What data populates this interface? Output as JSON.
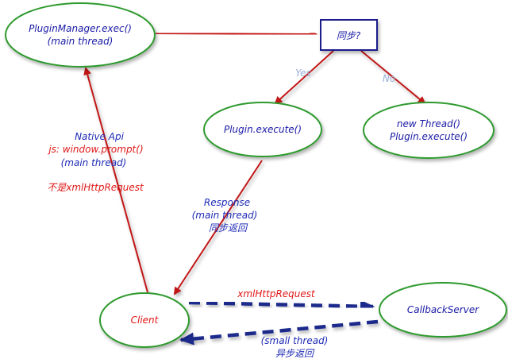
{
  "nodes": {
    "plugin_manager": {
      "line1": "PluginManager.exec()",
      "line2": "(main thread)"
    },
    "sync_decision": {
      "label": "同步?"
    },
    "plugin_execute": {
      "label": "Plugin.execute()"
    },
    "new_thread": {
      "line1": "new Thread()",
      "line2": "Plugin.execute()"
    },
    "client": {
      "label": "Client"
    },
    "callback_server": {
      "label": "CallbackServer"
    }
  },
  "edges": {
    "yes_label": "Yes",
    "no_label": "No",
    "native_api": {
      "line1": "Native Api",
      "line2": "js: window.prompt()",
      "line3": "(main thread)",
      "line4": "不是xmlHttpRequest"
    },
    "response": {
      "line1": "Response",
      "line2": "(main thread)",
      "line3": "同步返回"
    },
    "xml_http_request": "xmlHttpRequest",
    "async_return": {
      "line1": "(small thread)",
      "line2": "异步返回"
    }
  },
  "colors": {
    "node_stroke": "#2e9a2e",
    "node_text": "#1a1aa6",
    "client_text": "#e01818",
    "arrow_red": "#c21818",
    "arrow_blue_dashed": "#1a2a8c",
    "decision_border": "#1a1a8c"
  }
}
